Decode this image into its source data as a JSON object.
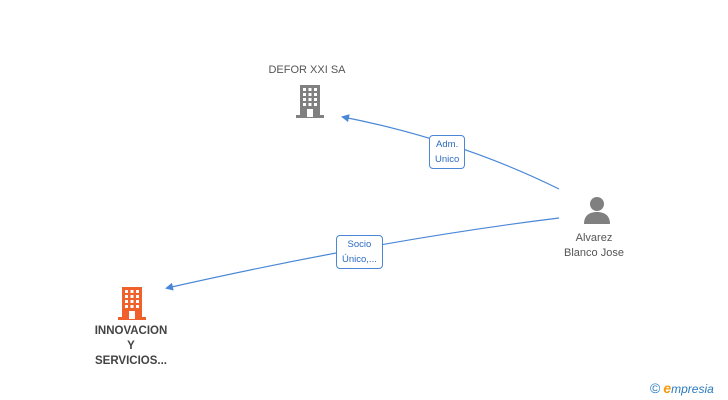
{
  "diagram": {
    "nodes": [
      {
        "id": "defor",
        "type": "company",
        "label_lines": [
          "DEFOR XXI SA"
        ],
        "color": "#808080"
      },
      {
        "id": "innovacion",
        "type": "company",
        "label_lines": [
          "INNOVACION",
          "Y",
          "SERVICIOS..."
        ],
        "color": "#f0602a"
      },
      {
        "id": "alvarez",
        "type": "person",
        "label_lines": [
          "Alvarez",
          "Blanco Jose"
        ],
        "color": "#808080"
      }
    ],
    "edges": [
      {
        "from": "alvarez",
        "to": "defor",
        "label_lines": [
          "Adm.",
          "Unico"
        ]
      },
      {
        "from": "alvarez",
        "to": "innovacion",
        "label_lines": [
          "Socio",
          "Único,..."
        ]
      }
    ],
    "edge_color": "#4a87d6"
  },
  "brand": {
    "copyright": "©",
    "e": "e",
    "rest": "mpresia"
  }
}
